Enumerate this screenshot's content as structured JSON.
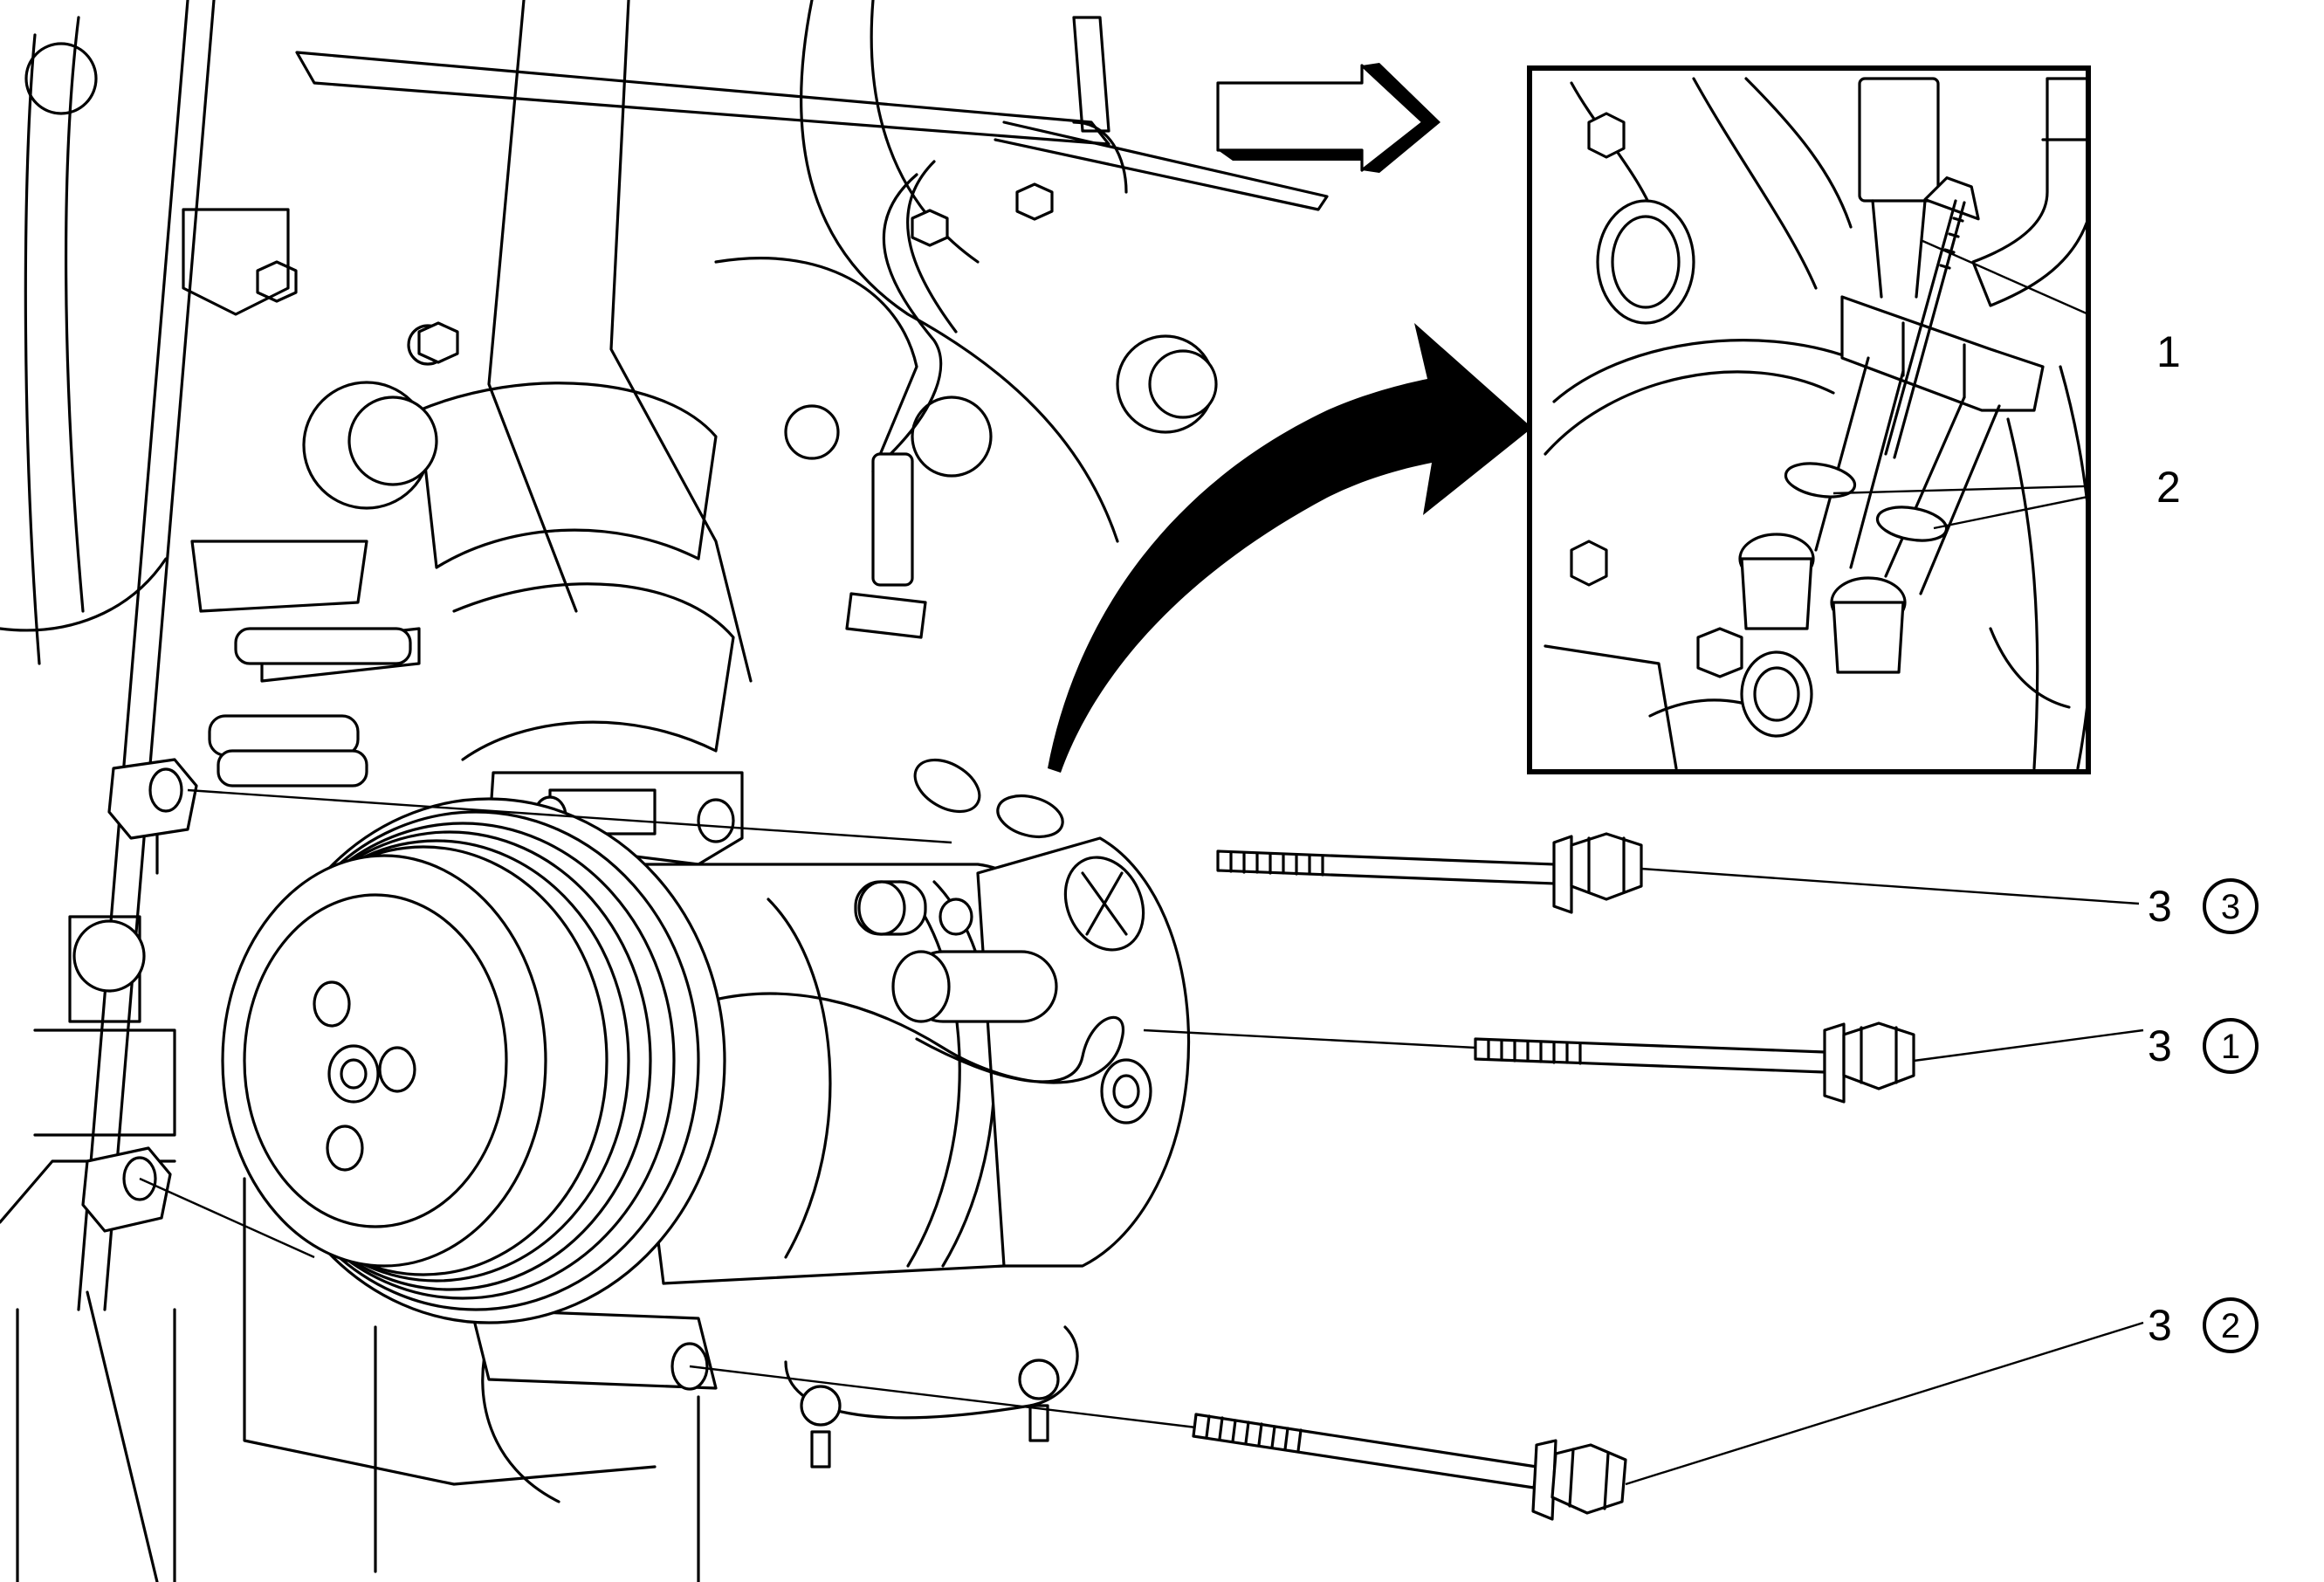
{
  "callouts": {
    "inset_1": "1",
    "inset_2": "2",
    "bolt_top": "3",
    "bolt_middle": "3",
    "bolt_bottom": "3"
  },
  "sequence": {
    "bolt_top": "3",
    "bolt_middle": "1",
    "bolt_bottom": "2"
  }
}
